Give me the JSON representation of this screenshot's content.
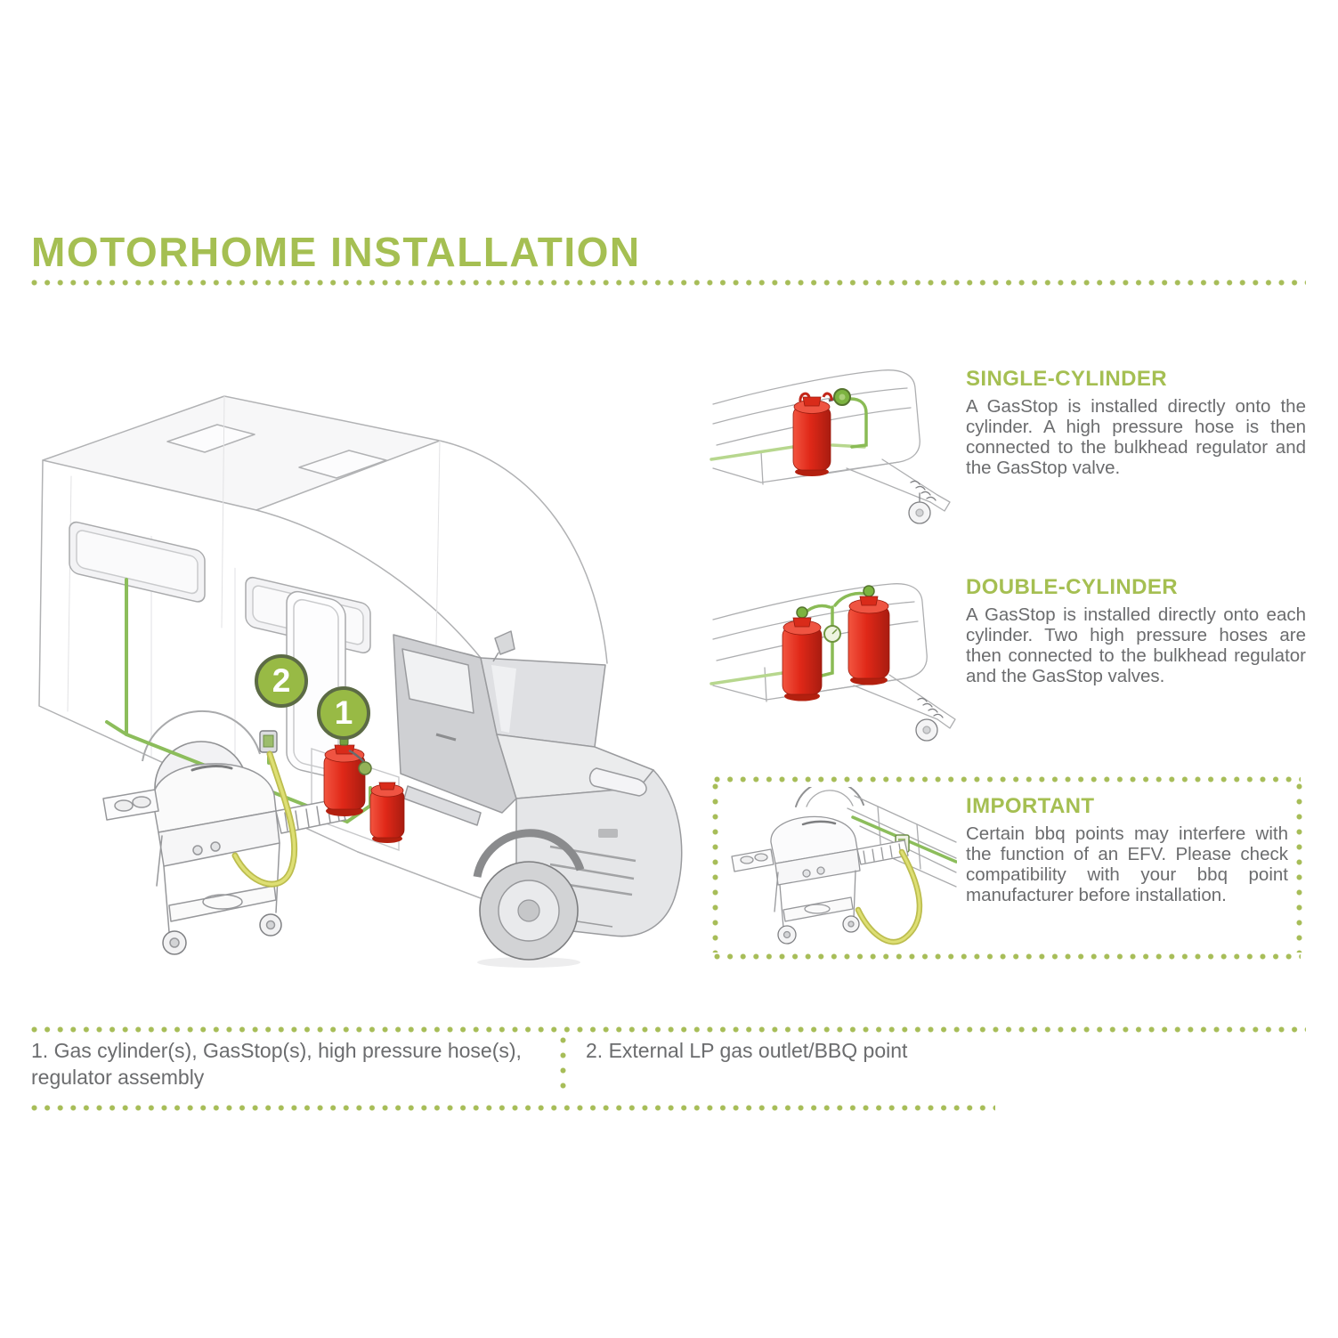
{
  "page": {
    "title": "MOTORHOME INSTALLATION"
  },
  "sections": {
    "single": {
      "heading": "SINGLE-CYLINDER",
      "body": "A GasStop is installed directly onto the cylinder. A high pressure hose is then connected to the bulkhead regulator and the GasStop valve."
    },
    "double": {
      "heading": "DOUBLE-CYLINDER",
      "body": "A GasStop is installed directly onto each cylinder. Two high pressure hoses are then connected to the bulkhead regulator and the GasStop valves."
    },
    "important": {
      "heading": "IMPORTANT",
      "body": "Certain bbq points may interfere with the function of an EFV. Please check compatibility with your bbq point manufacturer before installation."
    }
  },
  "callouts": {
    "one": "1",
    "two": "2"
  },
  "legend": {
    "item1": "1. Gas cylinder(s), GasStop(s), high pressure hose(s), regulator assembly",
    "item2": "2. External LP gas outlet/BBQ point"
  },
  "figures": {
    "main": "motorhome with gas cylinders, gas lines and external bbq",
    "single": "trailer drawbar with one red gas cylinder and GasStop",
    "double": "trailer drawbar with two red gas cylinders and GasStops",
    "important": "bbq connected by hose to external bbq point on vehicle"
  },
  "colors": {
    "accent_green": "#a5bf52",
    "dot_green": "#a7bd58",
    "callout_fill": "#98ba45",
    "callout_border": "#5c6b45",
    "body_text": "#6b6c6e",
    "cylinder_red": "#e02818",
    "pipe_green": "#8cbd5b",
    "hose_yellow": "#d8d963"
  }
}
